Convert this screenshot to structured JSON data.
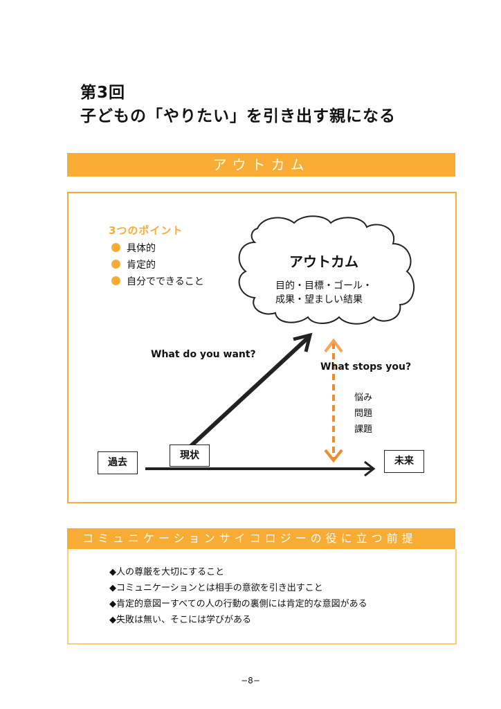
{
  "title": {
    "line1": "第3回",
    "line2": "子どもの「やりたい」を引き出す親になる"
  },
  "section1": {
    "header": "アウトカム",
    "points_title": "3つのポイント",
    "points": [
      "具体的",
      "肯定的",
      "自分でできること"
    ],
    "cloud": {
      "title": "アウトカム",
      "line1": "目的・目標・ゴール・",
      "line2": "成果・望ましい結果"
    },
    "want": "What do you want?",
    "stops": "What stops you?",
    "obstacles": [
      "悩み",
      "問題",
      "課題"
    ],
    "past": "過去",
    "present": "現状",
    "future": "未来"
  },
  "section2": {
    "header": "コミュニケーションサイコロジーの役に立つ前提",
    "items": [
      "◆人の尊厳を大切にすること",
      "◆コミュニケーションとは相手の意欲を引き出すこと",
      "◆肯定的意図ーすべての人の行動の裏側には肯定的な意図がある",
      "◆失敗は無い、そこには学びがある"
    ]
  },
  "page_number": "−8−",
  "colors": {
    "accent": "#F9AC33"
  }
}
